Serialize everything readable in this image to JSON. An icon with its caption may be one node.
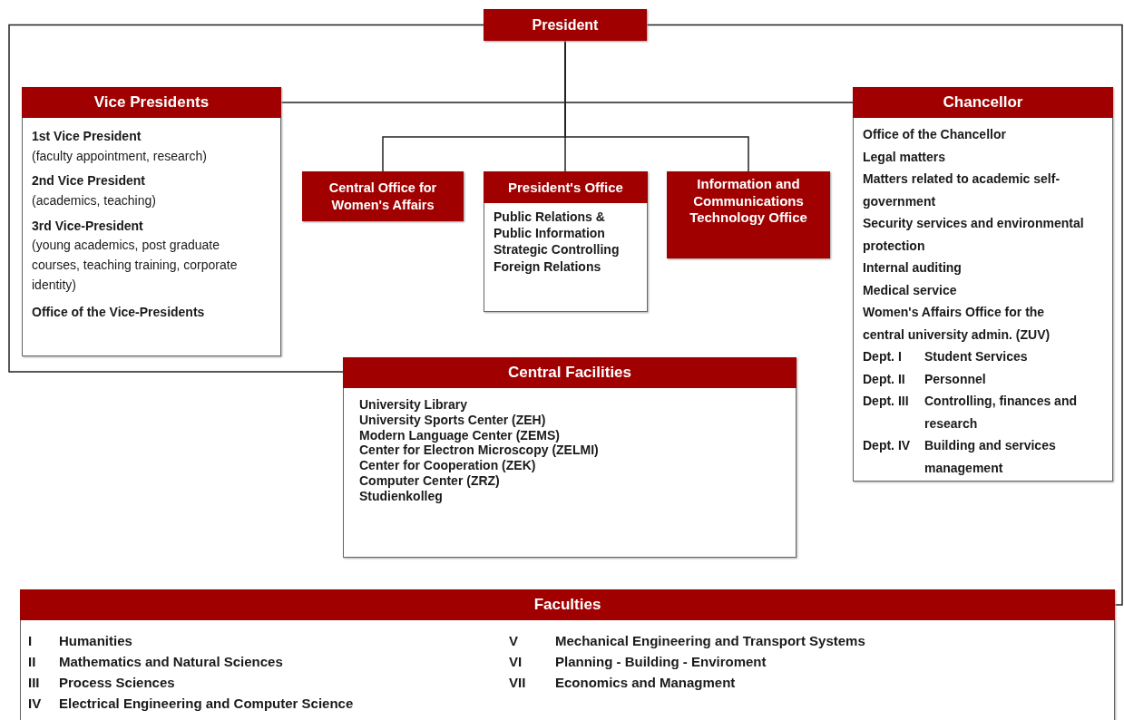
{
  "diagram": {
    "nodes": [
      {
        "text": [
          "President"
        ]
      },
      {
        "text": [
          "Vice Presidents",
          "1st Vice President",
          "(faculty appointment, research)",
          "2nd Vice President",
          "(academics, teaching)",
          "3rd Vice-President",
          "(young academics, post graduate courses, teaching training, corporate identity)",
          "Office of the Vice-Presidents"
        ]
      },
      {
        "text": [
          "Chancellor",
          "Office of the Chancellor",
          "Legal matters",
          "Matters related to academic self-government",
          "Security services and environmental protection",
          "Internal auditing",
          "Medical service",
          "Women's Affairs Office for the central university admin. (ZUV)",
          "Dept. I Student Services",
          "Dept. II Personnel",
          "Dept. III Controlling, finances and research",
          "Dept. IV Building and services management"
        ]
      },
      {
        "text": [
          "Central Office for Women's Affairs"
        ]
      },
      {
        "text": [
          "President's Office",
          "Public Relations & Public Information",
          "Strategic Controlling",
          "Foreign Relations"
        ]
      },
      {
        "text": [
          "Information and Communications Technology Office"
        ]
      },
      {
        "text": [
          "Central Facilities",
          "University Library",
          "University Sports Center (ZEH)",
          "Modern Language Center (ZEMS)",
          "Center for Electron Microscopy (ZELMI)",
          "Center for Cooperation (ZEK)",
          "Computer Center (ZRZ)",
          "Studienkolleg"
        ]
      },
      {
        "text": [
          "Faculties",
          "I Humanities",
          "II Mathematics and Natural Sciences",
          "III Process Sciences",
          "IV Electrical Engineering and Computer Science",
          "V Mechanical Engineering and Transport Systems",
          "VI Planning - Building - Enviroment",
          "VII Economics and Managment"
        ]
      }
    ],
    "edges": [
      {
        "from": 0,
        "to": 1,
        "arrow": "none"
      },
      {
        "from": 0,
        "to": 2,
        "arrow": "none"
      },
      {
        "from": 0,
        "to": 3,
        "arrow": "none"
      },
      {
        "from": 0,
        "to": 4,
        "arrow": "none"
      },
      {
        "from": 0,
        "to": 5,
        "arrow": "none"
      },
      {
        "from": 0,
        "to": 6,
        "arrow": "none"
      },
      {
        "from": 0,
        "to": 7,
        "arrow": "none"
      }
    ]
  }
}
